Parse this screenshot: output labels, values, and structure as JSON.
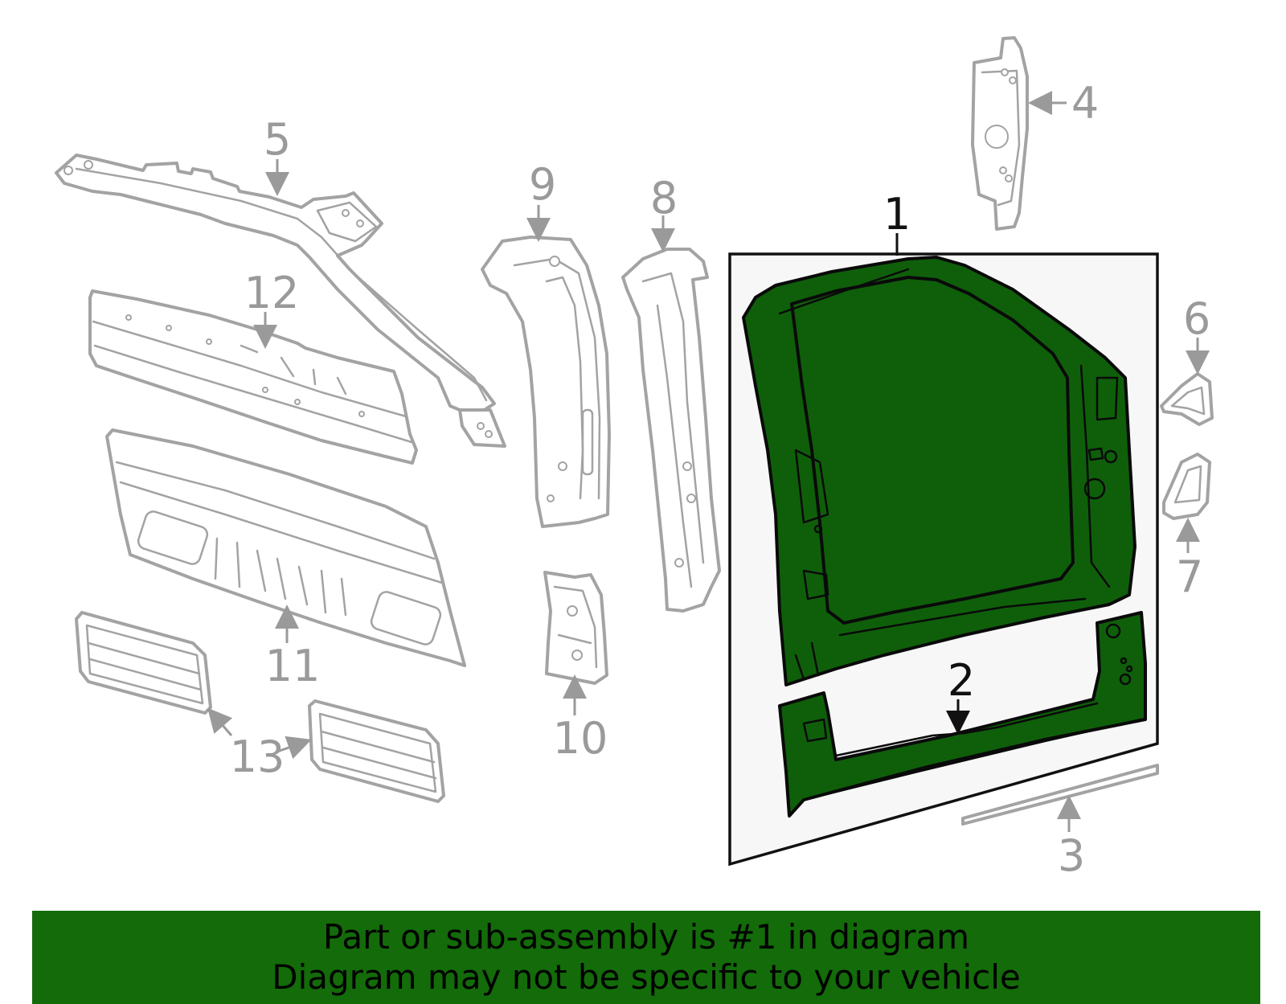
{
  "callouts": [
    {
      "id": "1",
      "label": "1"
    },
    {
      "id": "2",
      "label": "2"
    },
    {
      "id": "3",
      "label": "3"
    },
    {
      "id": "4",
      "label": "4"
    },
    {
      "id": "5",
      "label": "5"
    },
    {
      "id": "6",
      "label": "6"
    },
    {
      "id": "7",
      "label": "7"
    },
    {
      "id": "8",
      "label": "8"
    },
    {
      "id": "9",
      "label": "9"
    },
    {
      "id": "10",
      "label": "10"
    },
    {
      "id": "11",
      "label": "11"
    },
    {
      "id": "12",
      "label": "12"
    },
    {
      "id": "13",
      "label": "13"
    }
  ],
  "highlight": {
    "part": "1",
    "color": "#0f5f0a"
  },
  "colors": {
    "banner": "#136b09",
    "part_outline": "#a3a3a3",
    "callout_gray": "#9a9a9a"
  },
  "banner": {
    "line1": "Part or sub-assembly is #1 in diagram",
    "line2": "Diagram may not be specific to your vehicle"
  }
}
